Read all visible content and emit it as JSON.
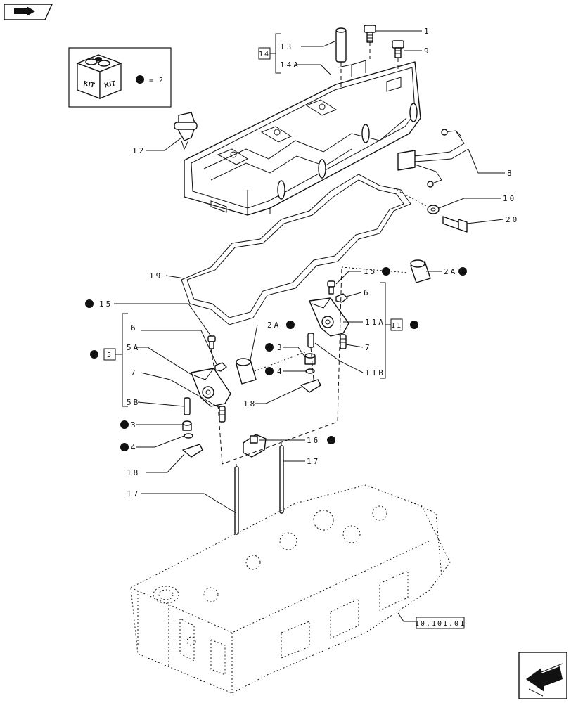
{
  "kit_legend": {
    "kit_word_1": "KIT",
    "kit_word_2": "KIT",
    "equals": "=",
    "value": "2"
  },
  "reference_box": "10.101.01",
  "group_labels": {
    "g14": "14",
    "g5": "5",
    "g11": "11"
  },
  "callouts": [
    {
      "id": "1",
      "text": "1"
    },
    {
      "id": "9",
      "text": "9"
    },
    {
      "id": "13",
      "text": "13"
    },
    {
      "id": "14A",
      "text": "14A"
    },
    {
      "id": "12",
      "text": "12"
    },
    {
      "id": "8",
      "text": "8"
    },
    {
      "id": "10",
      "text": "10"
    },
    {
      "id": "20",
      "text": "20"
    },
    {
      "id": "19",
      "text": "19"
    },
    {
      "id": "15a",
      "text": "15"
    },
    {
      "id": "2Aa",
      "text": "2A"
    },
    {
      "id": "6a",
      "text": "6"
    },
    {
      "id": "11A",
      "text": "11A"
    },
    {
      "id": "7a",
      "text": "7"
    },
    {
      "id": "11B",
      "text": "11B"
    },
    {
      "id": "15b",
      "text": "15"
    },
    {
      "id": "2Ab",
      "text": "2A"
    },
    {
      "id": "6b",
      "text": "6"
    },
    {
      "id": "3a",
      "text": "3"
    },
    {
      "id": "5A",
      "text": "5A"
    },
    {
      "id": "4a",
      "text": "4"
    },
    {
      "id": "7b",
      "text": "7"
    },
    {
      "id": "5B",
      "text": "5B"
    },
    {
      "id": "18a",
      "text": "18"
    },
    {
      "id": "3b",
      "text": "3"
    },
    {
      "id": "4b",
      "text": "4"
    },
    {
      "id": "16",
      "text": "16"
    },
    {
      "id": "17a",
      "text": "17"
    },
    {
      "id": "18b",
      "text": "18"
    },
    {
      "id": "17b",
      "text": "17"
    }
  ]
}
